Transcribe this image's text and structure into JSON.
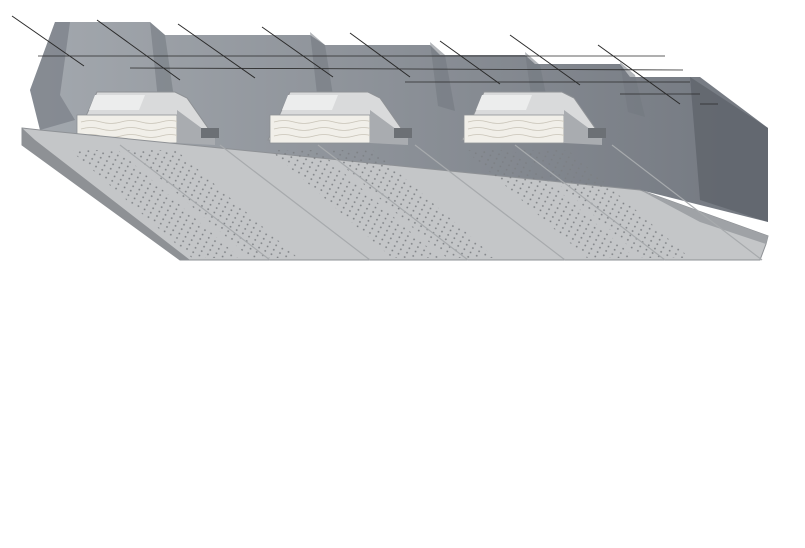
{
  "figure": {
    "kind": "3d-illustration",
    "subject": "perforated-ceiling-panel-assembly",
    "modules": 3,
    "leader_lines": 8,
    "panel_perforation_bands": 6
  },
  "colors": {
    "background": "#ffffff",
    "concrete": "#8a8f96",
    "concrete_dark": "#737880",
    "concrete_light": "#a3a8ae",
    "panel_top": "#b9bcbf",
    "panel_face": "#c4c6c8",
    "panel_edge": "#8e9195",
    "trough": "#d9dadb",
    "insulation": "#f1efe9",
    "perforation": "#7c7f83",
    "leader": "#2a2a2a"
  }
}
